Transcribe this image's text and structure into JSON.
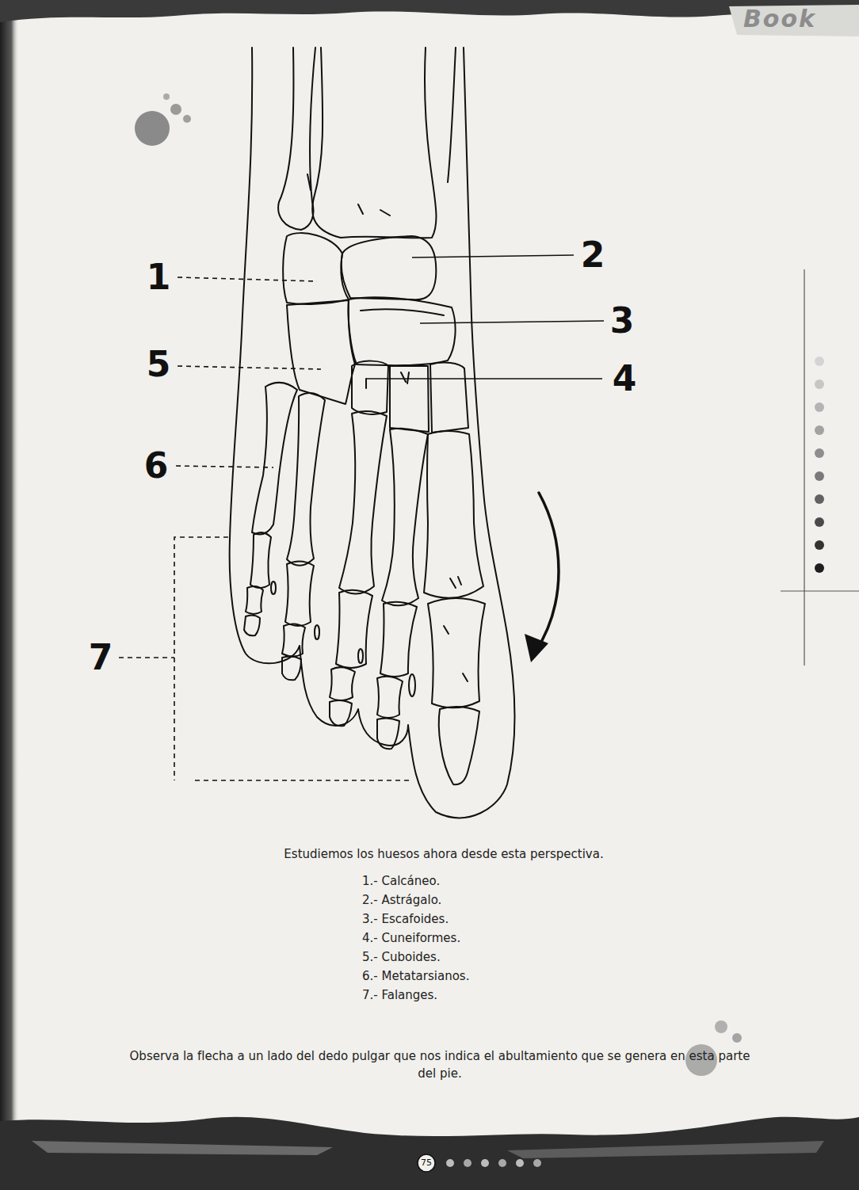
{
  "diagram": {
    "caption": "Estudiemos los huesos ahora desde esta perspectiva.",
    "labels": [
      "Book",
      "2",
      "1",
      "3",
      "5",
      "4",
      "6",
      "7",
      "1.- Calcáneo.",
      "2.- Astrágalo.",
      "3.- Escafoides.",
      "4.- Cuneiformes.",
      "5.- Cuboides.",
      "6.- Metatarsianos.",
      "7.- Falanges.",
      "Observa la flecha a un lado del dedo pulgar que nos indica el abultamiento que se genera en esta parte del pie.",
      "75"
    ]
  }
}
